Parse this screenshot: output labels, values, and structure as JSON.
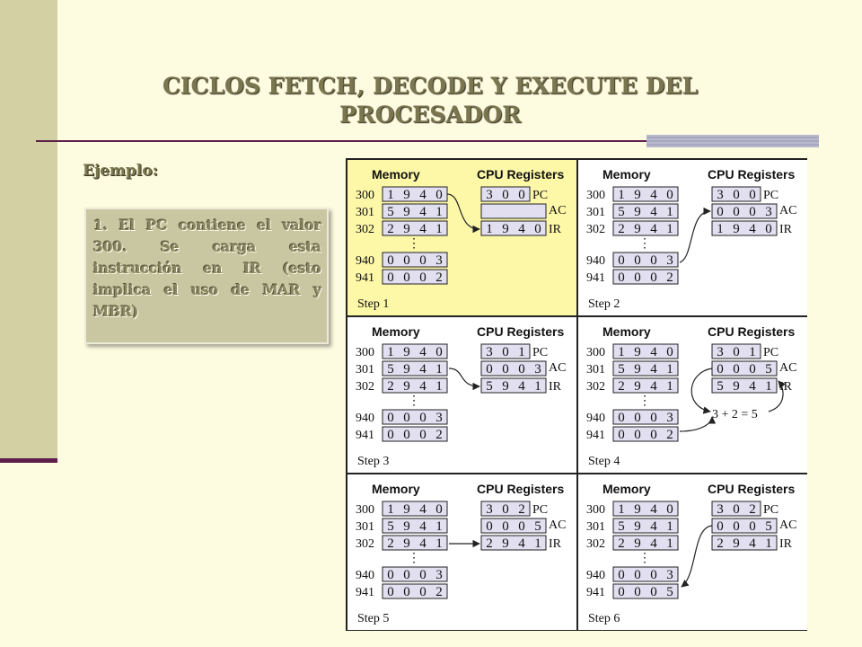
{
  "slide": {
    "title_line1": "CICLOS  FETCH, DECODE Y EXECUTE DEL",
    "title_line2": "PROCESADOR",
    "example_label": "Ejemplo:",
    "note_text": "1. El PC contiene el valor 300. Se carga esta instrucción en IR (esto implica el uso de MAR y MBR)"
  },
  "diagram": {
    "memory_label": "Memory",
    "cpu_label": "CPU Registers",
    "reg_labels": [
      "PC",
      "AC",
      "IR"
    ],
    "equation": "3 + 2 = 5",
    "colors": {
      "highlight": "#fdf7a8",
      "box_fill": "#e1dff0",
      "stroke": "#222222"
    },
    "steps": [
      {
        "label": "Step 1",
        "memory": {
          "300": "1 9 4 0",
          "301": "5 9 4 1",
          "302": "2 9 4 1",
          "940": "0 0 0 3",
          "941": "0 0 0 2"
        },
        "PC": "3 0 0",
        "AC": "",
        "IR": "1 9 4 0"
      },
      {
        "label": "Step 2",
        "memory": {
          "300": "1 9 4 0",
          "301": "5 9 4 1",
          "302": "2 9 4 1",
          "940": "0 0 0 3",
          "941": "0 0 0 2"
        },
        "PC": "3 0 0",
        "AC": "0 0 0 3",
        "IR": "1 9 4 0"
      },
      {
        "label": "Step 3",
        "memory": {
          "300": "1 9 4 0",
          "301": "5 9 4 1",
          "302": "2 9 4 1",
          "940": "0 0 0 3",
          "941": "0 0 0 2"
        },
        "PC": "3 0 1",
        "AC": "0 0 0 3",
        "IR": "5 9 4 1"
      },
      {
        "label": "Step 4",
        "memory": {
          "300": "1 9 4 0",
          "301": "5 9 4 1",
          "302": "2 9 4 1",
          "940": "0 0 0 3",
          "941": "0 0 0 2"
        },
        "PC": "3 0 1",
        "AC": "0 0 0 5",
        "IR": "5 9 4 1"
      },
      {
        "label": "Step 5",
        "memory": {
          "300": "1 9 4 0",
          "301": "5 9 4 1",
          "302": "2 9 4 1",
          "940": "0 0 0 3",
          "941": "0 0 0 2"
        },
        "PC": "3 0 2",
        "AC": "0 0 0 5",
        "IR": "2 9 4 1"
      },
      {
        "label": "Step 6",
        "memory": {
          "300": "1 9 4 0",
          "301": "5 9 4 1",
          "302": "2 9 4 1",
          "940": "0 0 0 3",
          "941": "0 0 0 5"
        },
        "PC": "3 0 2",
        "AC": "0 0 0 5",
        "IR": "2 9 4 1"
      }
    ]
  }
}
